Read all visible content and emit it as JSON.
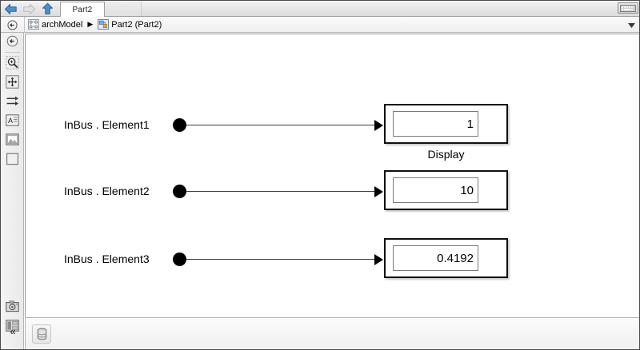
{
  "window": {
    "title": "Part2"
  },
  "tabbar": {
    "back_icon": "back-arrow-icon",
    "forward_icon": "forward-arrow-icon",
    "up_icon": "up-arrow-icon",
    "tab_label": "Part2",
    "keyboard_icon": "keyboard-icon"
  },
  "breadcrumb": {
    "home_icon": "navigate-back-circle-icon",
    "model_icon": "model-icon",
    "model_label": "archModel",
    "separator": "▶",
    "subsystem_icon": "subsystem-icon",
    "subsystem_label": "Part2 (Part2)",
    "dropdown_icon": "chevron-down-icon"
  },
  "toolrail": {
    "items": [
      {
        "name": "navigate-up-icon",
        "label": "Navigate up"
      },
      {
        "name": "zoom-region-icon",
        "label": "Zoom to region"
      },
      {
        "name": "fit-to-view-icon",
        "label": "Fit diagram to view"
      },
      {
        "name": "signal-routing-icon",
        "label": "Signal routing"
      },
      {
        "name": "annotation-icon",
        "label": "Add annotation"
      },
      {
        "name": "image-icon",
        "label": "Add image"
      },
      {
        "name": "area-icon",
        "label": "Add area"
      }
    ],
    "bottom_items": [
      {
        "name": "camera-icon",
        "label": "Screenshot"
      },
      {
        "name": "layout-panel-icon",
        "label": "Panel layout"
      }
    ],
    "collapse_label": "«"
  },
  "statusbar": {
    "data-store-icon": "data-store-icon"
  },
  "canvas": {
    "signals": [
      {
        "label": "InBus . Element1",
        "display_value": "1",
        "caption": "Display"
      },
      {
        "label": "InBus . Element2",
        "display_value": "10",
        "caption": ""
      },
      {
        "label": "InBus . Element3",
        "display_value": "0.4192",
        "caption": ""
      }
    ]
  },
  "colors": {
    "canvas_bg": "#ffffff",
    "block_border": "#111111",
    "inner_border": "#7b7b7b",
    "wire": "#3c3c3c",
    "port": "#000000",
    "chrome": "#eaeaea",
    "accent_blue": "#2a6fb5"
  }
}
